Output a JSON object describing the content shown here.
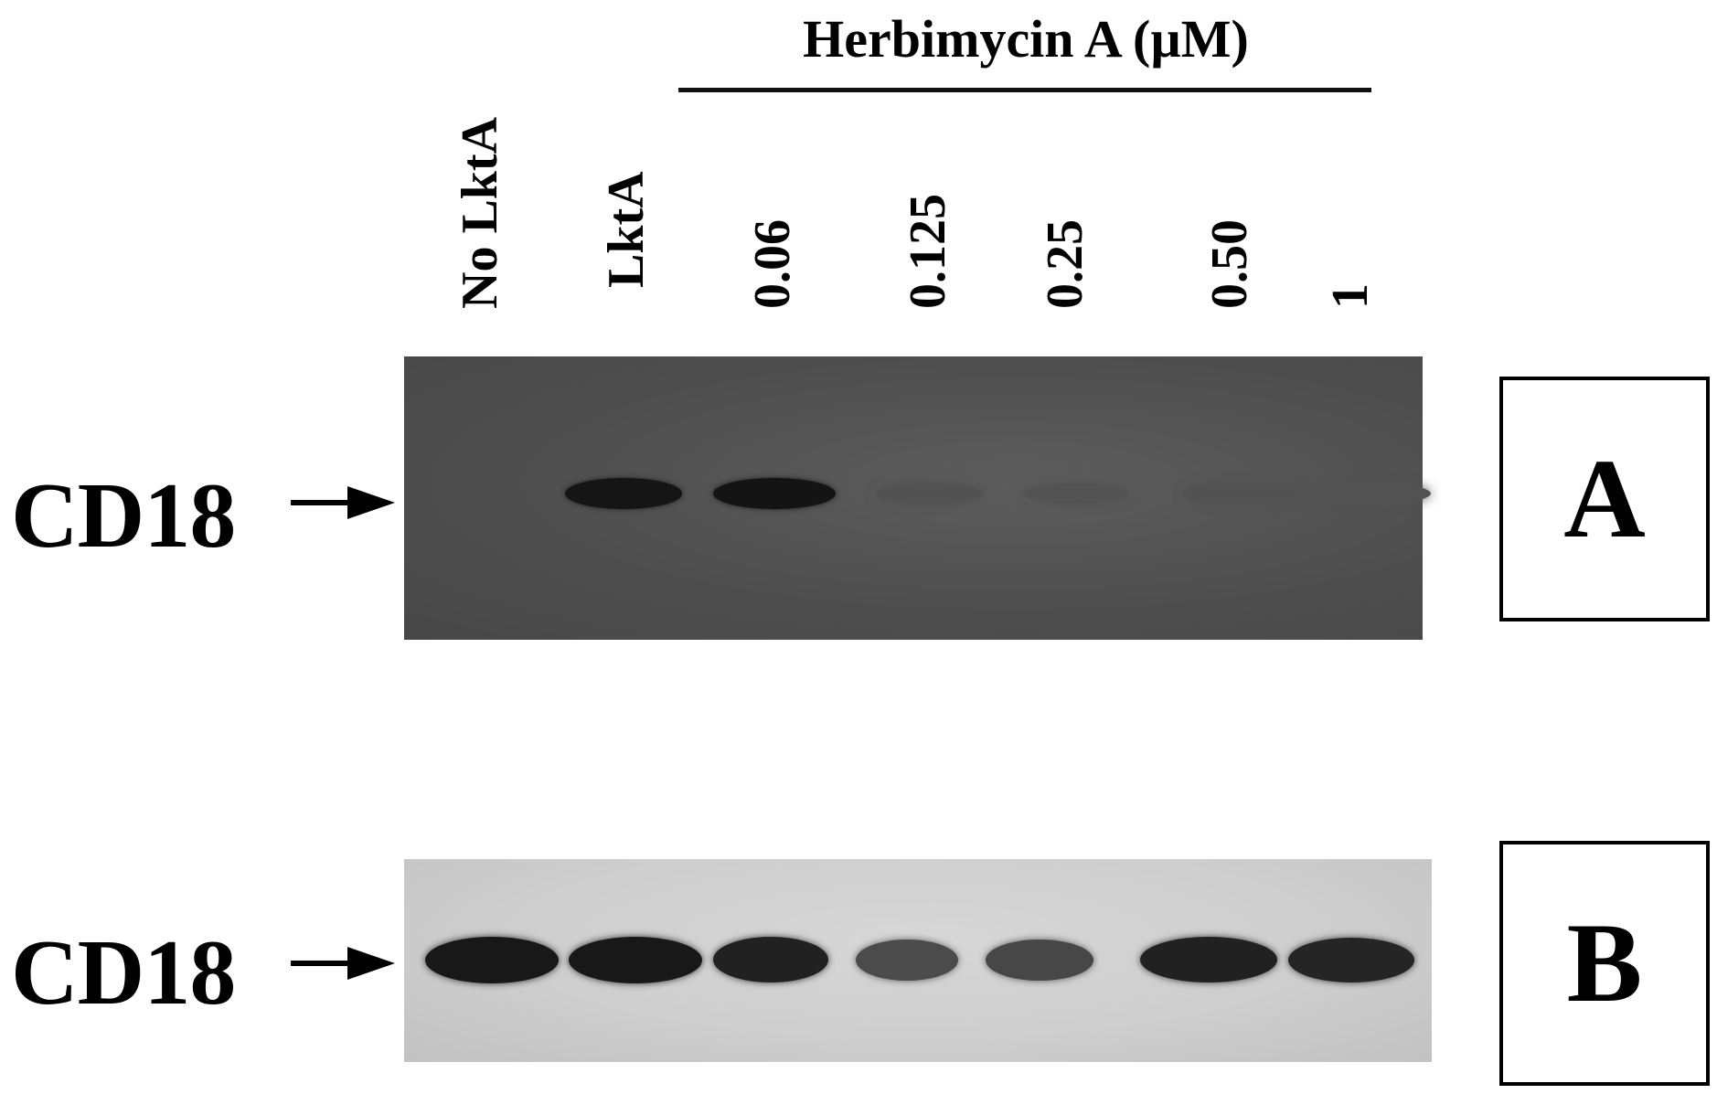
{
  "figure": {
    "treatment_header": "Herbimycin A (µM)",
    "lanes": [
      {
        "label": "No LktA",
        "band_a": 0.0,
        "band_b": 0.95
      },
      {
        "label": "LktA",
        "band_a": 0.9,
        "band_b": 0.95
      },
      {
        "label": "0.06",
        "band_a": 0.92,
        "band_b": 0.9
      },
      {
        "label": "0.125",
        "band_a": 0.03,
        "band_b": 0.68
      },
      {
        "label": "0.25",
        "band_a": 0.02,
        "band_b": 0.7
      },
      {
        "label": "0.50",
        "band_a": 0.03,
        "band_b": 0.9
      },
      {
        "label": "1",
        "band_a": 0.02,
        "band_b": 0.88
      }
    ],
    "panels": [
      {
        "letter": "A",
        "row_label": "CD18"
      },
      {
        "letter": "B",
        "row_label": "CD18"
      }
    ]
  }
}
